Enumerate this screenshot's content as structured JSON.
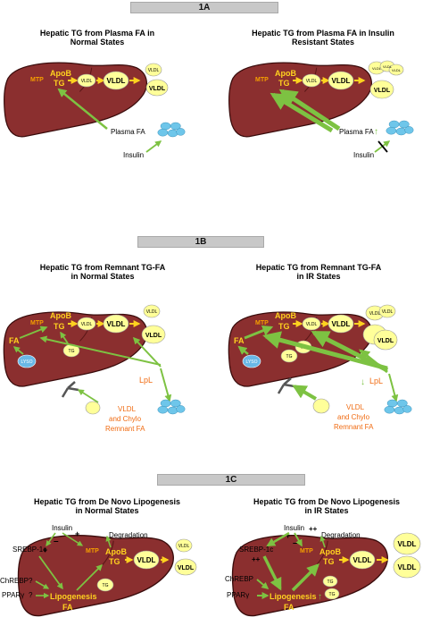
{
  "sections": {
    "a": {
      "label": "1A",
      "left_title": [
        "Hepatic TG from Plasma FA in",
        "Normal States"
      ],
      "right_title": [
        "Hepatic TG from Plasma FA in Insulin",
        "Resistant States"
      ]
    },
    "b": {
      "label": "1B",
      "left_title": [
        "Hepatic TG from Remnant TG-FA",
        "in Normal States"
      ],
      "right_title": [
        "Hepatic TG from Remnant TG-FA",
        "in IR States"
      ]
    },
    "c": {
      "label": "1C",
      "left_title": [
        "Hepatic TG from De Novo Lipogenesis",
        "in Normal States"
      ],
      "right_title": [
        "Hepatic TG from De Novo Lipogenesis",
        "in IR States"
      ]
    }
  },
  "labels": {
    "mtp": "MTP",
    "apob": "ApoB",
    "tg": "TG",
    "vldl": "VLDL",
    "plasma_fa": "Plasma FA",
    "insulin": "Insulin",
    "fa": "FA",
    "lyso": "LYSO",
    "lpl": "LpL",
    "remnant_1": "VLDL",
    "remnant_2": "and Chylo",
    "remnant_3": "Remnant FA",
    "srebp": "SREBP-1c",
    "chrebp": "ChREBP",
    "ppar": "PPARγ",
    "lipogenesis": "Lipogenesis",
    "degradation": "Degradation",
    "plus": "+",
    "plusplus": "++",
    "minus": "–",
    "question": "?",
    "up_arrow": "↑",
    "down_arrow": "↓"
  },
  "colors": {
    "liver": "#8b2f2f",
    "liver_edge": "#3a0c0c",
    "arrow": "#7dc242",
    "vldl_fill": "#ffff99",
    "lyso_fill": "#69b8e6",
    "cloud": "#6ec6ea",
    "mtp_text": "#f5a000",
    "apob_text": "#ffd21f",
    "orange_text": "#f06b12"
  }
}
